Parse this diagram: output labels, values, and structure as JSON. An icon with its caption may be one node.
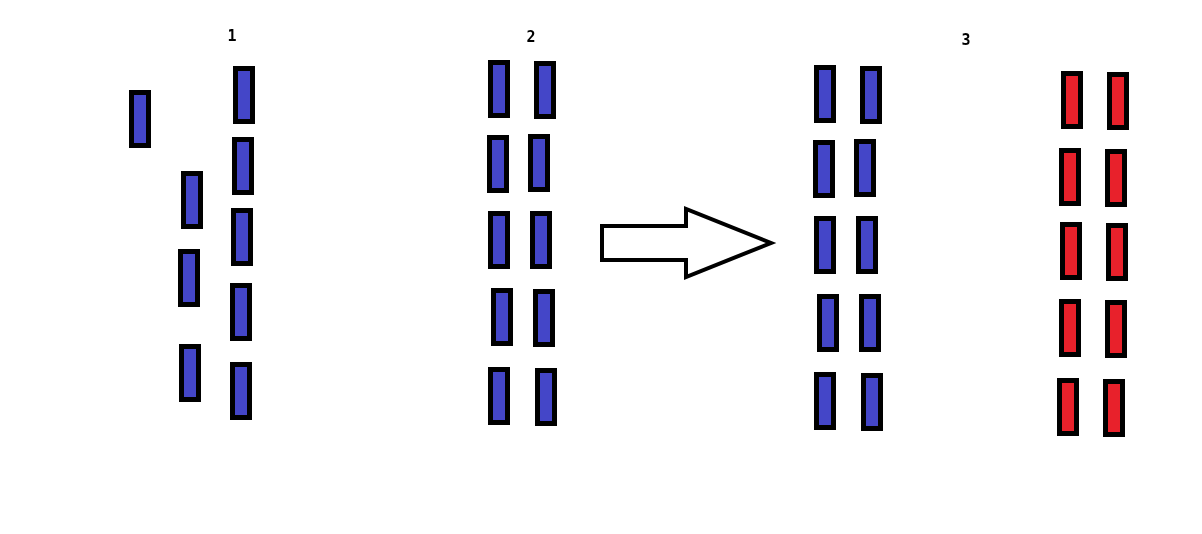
{
  "diagram": {
    "nodes": [
      {
        "text": [
          "1"
        ]
      },
      {
        "text": [
          "2"
        ]
      },
      {
        "text": [
          "3"
        ]
      }
    ],
    "edges": [
      {
        "from": 1,
        "to": 2,
        "arrow": "to"
      }
    ]
  }
}
